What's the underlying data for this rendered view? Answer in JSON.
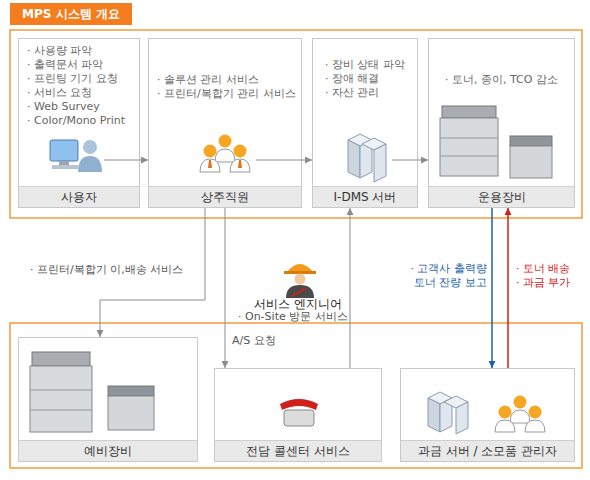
{
  "diagram": {
    "title": "MPS 시스템 개요",
    "nodes": [
      {
        "text": [
          "· 사용량 파악",
          "· 출력문서 파악",
          "· 프린팅 기기 요청",
          "· 서비스 요청",
          "· Web Survey",
          "· Color/Mono Print",
          "사용자"
        ]
      },
      {
        "text": [
          "· 솔루션 관리 서비스",
          "· 프린터/복합기 관리 서비스",
          "상주직원"
        ]
      },
      {
        "text": [
          "· 장비 상태 파악",
          "· 장애 해결",
          "· 자산 관리",
          "I-DMS 서버"
        ]
      },
      {
        "text": [
          "· 토너, 종이, TCO 감소",
          "운용장비"
        ]
      },
      {
        "text": [
          "예비장비"
        ]
      },
      {
        "text": [
          "전담 콜센터 서비스"
        ]
      },
      {
        "text": [
          "과금 서버 / 소모품 관리자"
        ]
      }
    ],
    "edges": [
      {
        "from": 0,
        "to": 1,
        "arrow": "to"
      },
      {
        "from": 1,
        "to": 2,
        "arrow": "to"
      },
      {
        "from": 2,
        "to": 3,
        "arrow": "to"
      },
      {
        "from": 1,
        "to": 4,
        "label": "· 프린터/복합기 이,배송 서비스",
        "arrow": "to"
      },
      {
        "from": 1,
        "to": 5,
        "label": "A/S 요청",
        "arrow": "to"
      },
      {
        "from": 5,
        "to": 2,
        "label": "· On-Site 방문 서비스",
        "arrow": "to"
      },
      {
        "from": 3,
        "to": 6,
        "label": "· 고객사 출력량 토너 잔량 보고",
        "arrow": "to"
      },
      {
        "from": 6,
        "to": 3,
        "label": "· 토너 배송 · 과금 부가",
        "arrow": "to"
      }
    ],
    "labels": [
      "서비스 엔지니어"
    ]
  }
}
